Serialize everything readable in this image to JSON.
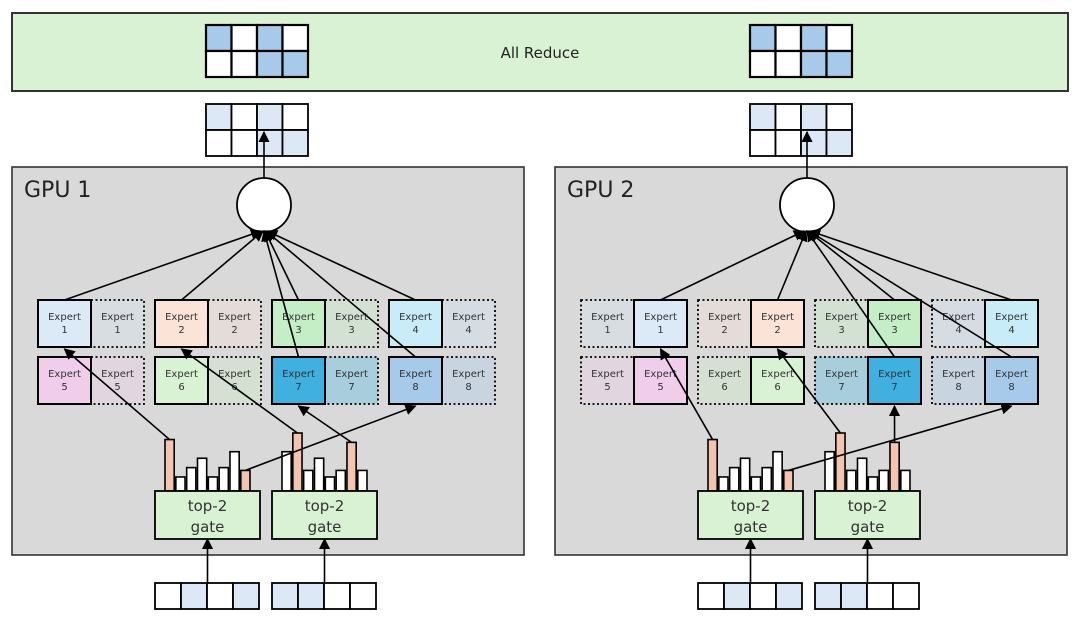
{
  "allreduce": {
    "label": "All Reduce",
    "fill": "#d9f2d3",
    "grids": [
      {
        "cells": [
          1,
          0,
          1,
          0,
          0,
          0,
          1,
          1
        ]
      },
      {
        "cells": [
          1,
          0,
          1,
          0,
          0,
          0,
          1,
          1
        ]
      }
    ],
    "active_color": "#a7c9ea"
  },
  "colors": {
    "gpu_bg": "#d9d9d9",
    "gate_fill": "#d9f2d3",
    "bar_selected": "#f4c4ae",
    "bar_plain": "#ffffff",
    "token_light": "#dce8f5"
  },
  "gpus": [
    {
      "title": "GPU 1",
      "output_cells": [
        1,
        0,
        1,
        0,
        0,
        0,
        1,
        1
      ],
      "local_side": "left",
      "experts": [
        {
          "label": "Expert",
          "num": "1",
          "color": "#dce9f6",
          "remote_color": "#d8dde2"
        },
        {
          "label": "Expert",
          "num": "2",
          "color": "#fbe3d8",
          "remote_color": "#e3dcd8"
        },
        {
          "label": "Expert",
          "num": "3",
          "color": "#c4eec6",
          "remote_color": "#d3e1d2"
        },
        {
          "label": "Expert",
          "num": "4",
          "color": "#c8ecf8",
          "remote_color": "#d5dde2"
        },
        {
          "label": "Expert",
          "num": "5",
          "color": "#f1cdec",
          "remote_color": "#e1d5df"
        },
        {
          "label": "Expert",
          "num": "6",
          "color": "#d9f2d3",
          "remote_color": "#d5e0d3"
        },
        {
          "label": "Expert",
          "num": "7",
          "color": "#3fb0e0",
          "remote_color": "#a8cddc"
        },
        {
          "label": "Expert",
          "num": "8",
          "color": "#a7c9ea",
          "remote_color": "#c8d4e0"
        }
      ],
      "gates": [
        {
          "line1": "top-2",
          "line2": "gate",
          "bars": [
            0.55,
            0.15,
            0.25,
            0.35,
            0.15,
            0.25,
            0.42,
            0.22
          ],
          "selected": [
            0,
            7
          ],
          "token_cells": [
            0,
            1,
            0,
            1
          ]
        },
        {
          "line1": "top-2",
          "line2": "gate",
          "bars": [
            0.42,
            0.62,
            0.22,
            0.35,
            0.15,
            0.22,
            0.52,
            0.22
          ],
          "selected": [
            1,
            6
          ],
          "token_cells": [
            1,
            1,
            0,
            0
          ]
        }
      ]
    },
    {
      "title": "GPU 2",
      "output_cells": [
        1,
        0,
        1,
        0,
        0,
        0,
        1,
        1
      ],
      "local_side": "right",
      "experts": [
        {
          "label": "Expert",
          "num": "1",
          "color": "#dce9f6",
          "remote_color": "#d8dde2"
        },
        {
          "label": "Expert",
          "num": "2",
          "color": "#fbe3d8",
          "remote_color": "#e3dcd8"
        },
        {
          "label": "Expert",
          "num": "3",
          "color": "#c4eec6",
          "remote_color": "#d3e1d2"
        },
        {
          "label": "Expert",
          "num": "4",
          "color": "#c8ecf8",
          "remote_color": "#d5dde2"
        },
        {
          "label": "Expert",
          "num": "5",
          "color": "#f1cdec",
          "remote_color": "#e1d5df"
        },
        {
          "label": "Expert",
          "num": "6",
          "color": "#d9f2d3",
          "remote_color": "#d5e0d3"
        },
        {
          "label": "Expert",
          "num": "7",
          "color": "#3fb0e0",
          "remote_color": "#a8cddc"
        },
        {
          "label": "Expert",
          "num": "8",
          "color": "#a7c9ea",
          "remote_color": "#c8d4e0"
        }
      ],
      "gates": [
        {
          "line1": "top-2",
          "line2": "gate",
          "bars": [
            0.55,
            0.15,
            0.25,
            0.35,
            0.15,
            0.25,
            0.42,
            0.22
          ],
          "selected": [
            0,
            7
          ],
          "token_cells": [
            0,
            1,
            0,
            1
          ]
        },
        {
          "line1": "top-2",
          "line2": "gate",
          "bars": [
            0.42,
            0.62,
            0.22,
            0.35,
            0.15,
            0.22,
            0.52,
            0.22
          ],
          "selected": [
            1,
            6
          ],
          "token_cells": [
            1,
            1,
            0,
            0
          ]
        }
      ]
    }
  ]
}
